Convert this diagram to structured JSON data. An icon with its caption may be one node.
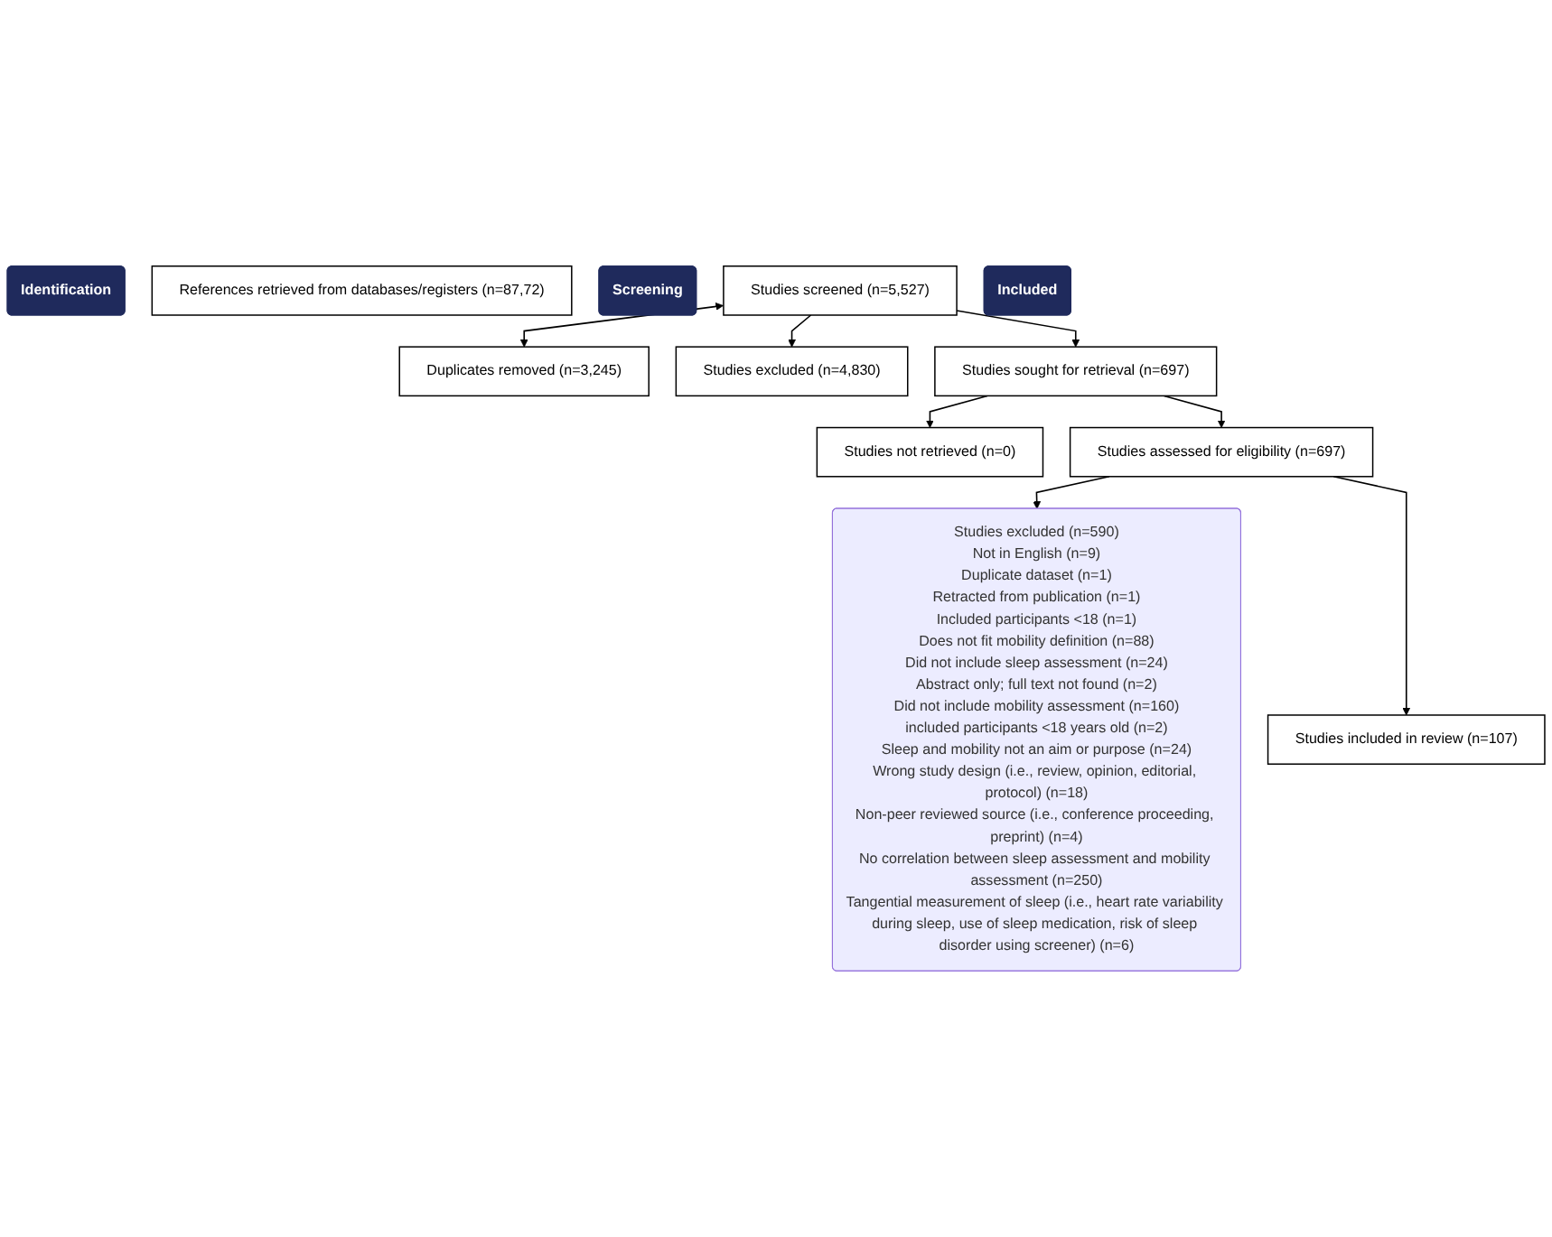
{
  "diagram": {
    "nodes": [
      {
        "text": [
          "Identification"
        ]
      },
      {
        "text": [
          "References retrieved from databases/registers (n=87,72)"
        ]
      },
      {
        "text": [
          "Duplicates removed (n=3,245)"
        ]
      },
      {
        "text": [
          "Screening"
        ]
      },
      {
        "text": [
          "Studies screened (n=5,527)"
        ]
      },
      {
        "text": [
          "Studies excluded (n=4,830)"
        ]
      },
      {
        "text": [
          "Studies sought for retrieval (n=697)"
        ]
      },
      {
        "text": [
          "Studies not retrieved (n=0)"
        ]
      },
      {
        "text": [
          "Studies assessed for eligibility (n=697)"
        ]
      },
      {
        "text": [
          "Studies excluded (n=590)",
          "Not in English (n=9)",
          "Duplicate dataset (n=1)",
          "Retracted from publication (n=1)",
          "Included participants <18 (n=1)",
          "Does not fit mobility definition (n=88)",
          "Did not include sleep assessment (n=24)",
          "Abstract only; full text not found (n=2)",
          "Did not include mobility assessment (n=160)",
          "included participants <18 years old (n=2)",
          "Sleep and mobility not an aim or purpose (n=24)",
          "Wrong study design (i.e., review, opinion, editorial, protocol) (n=18)",
          "Non-peer reviewed source (i.e., conference proceeding, preprint) (n=4)",
          "No correlation between sleep assessment and mobility assessment (n=250)",
          "Tangential measurement of sleep (i.e., heart rate variability during sleep, use of sleep medication, risk of sleep disorder using screener) (n=6)"
        ]
      },
      {
        "text": [
          "Included"
        ]
      },
      {
        "text": [
          "Studies included in review (n=107)"
        ]
      }
    ],
    "edges": [
      {
        "from": 4,
        "to": 2,
        "arrow": "both"
      },
      {
        "from": 4,
        "to": 5,
        "arrow": "to"
      },
      {
        "from": 4,
        "to": 6,
        "arrow": "to"
      },
      {
        "from": 6,
        "to": 7,
        "arrow": "to"
      },
      {
        "from": 6,
        "to": 8,
        "arrow": "to"
      },
      {
        "from": 8,
        "to": 9,
        "arrow": "to"
      },
      {
        "from": 8,
        "to": 11,
        "arrow": "to"
      }
    ]
  }
}
